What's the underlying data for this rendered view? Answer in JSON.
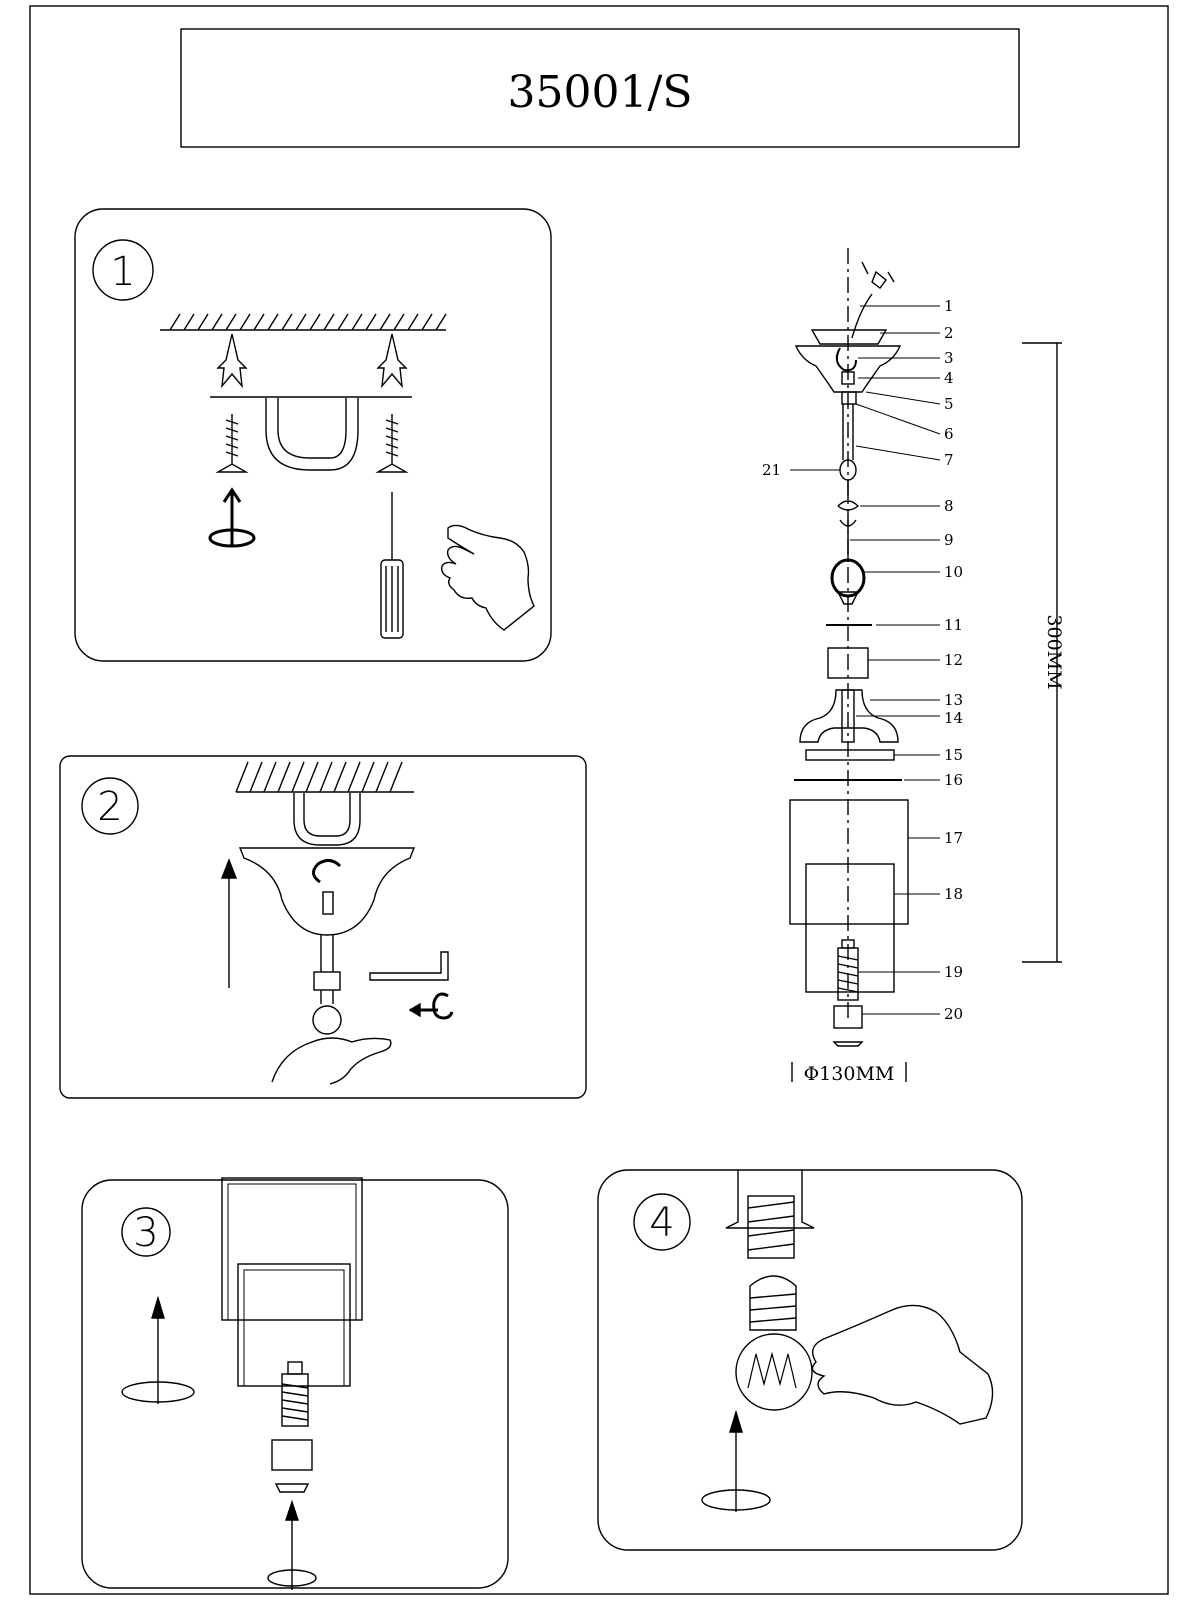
{
  "title": "35001/S",
  "steps": [
    "1",
    "2",
    "3",
    "4"
  ],
  "parts": [
    "1",
    "2",
    "3",
    "4",
    "5",
    "6",
    "7",
    "21",
    "8",
    "9",
    "10",
    "11",
    "12",
    "13",
    "14",
    "15",
    "16",
    "17",
    "18",
    "19",
    "20"
  ],
  "dimensions": {
    "height": "300MM",
    "diameter": "Φ130MM"
  }
}
